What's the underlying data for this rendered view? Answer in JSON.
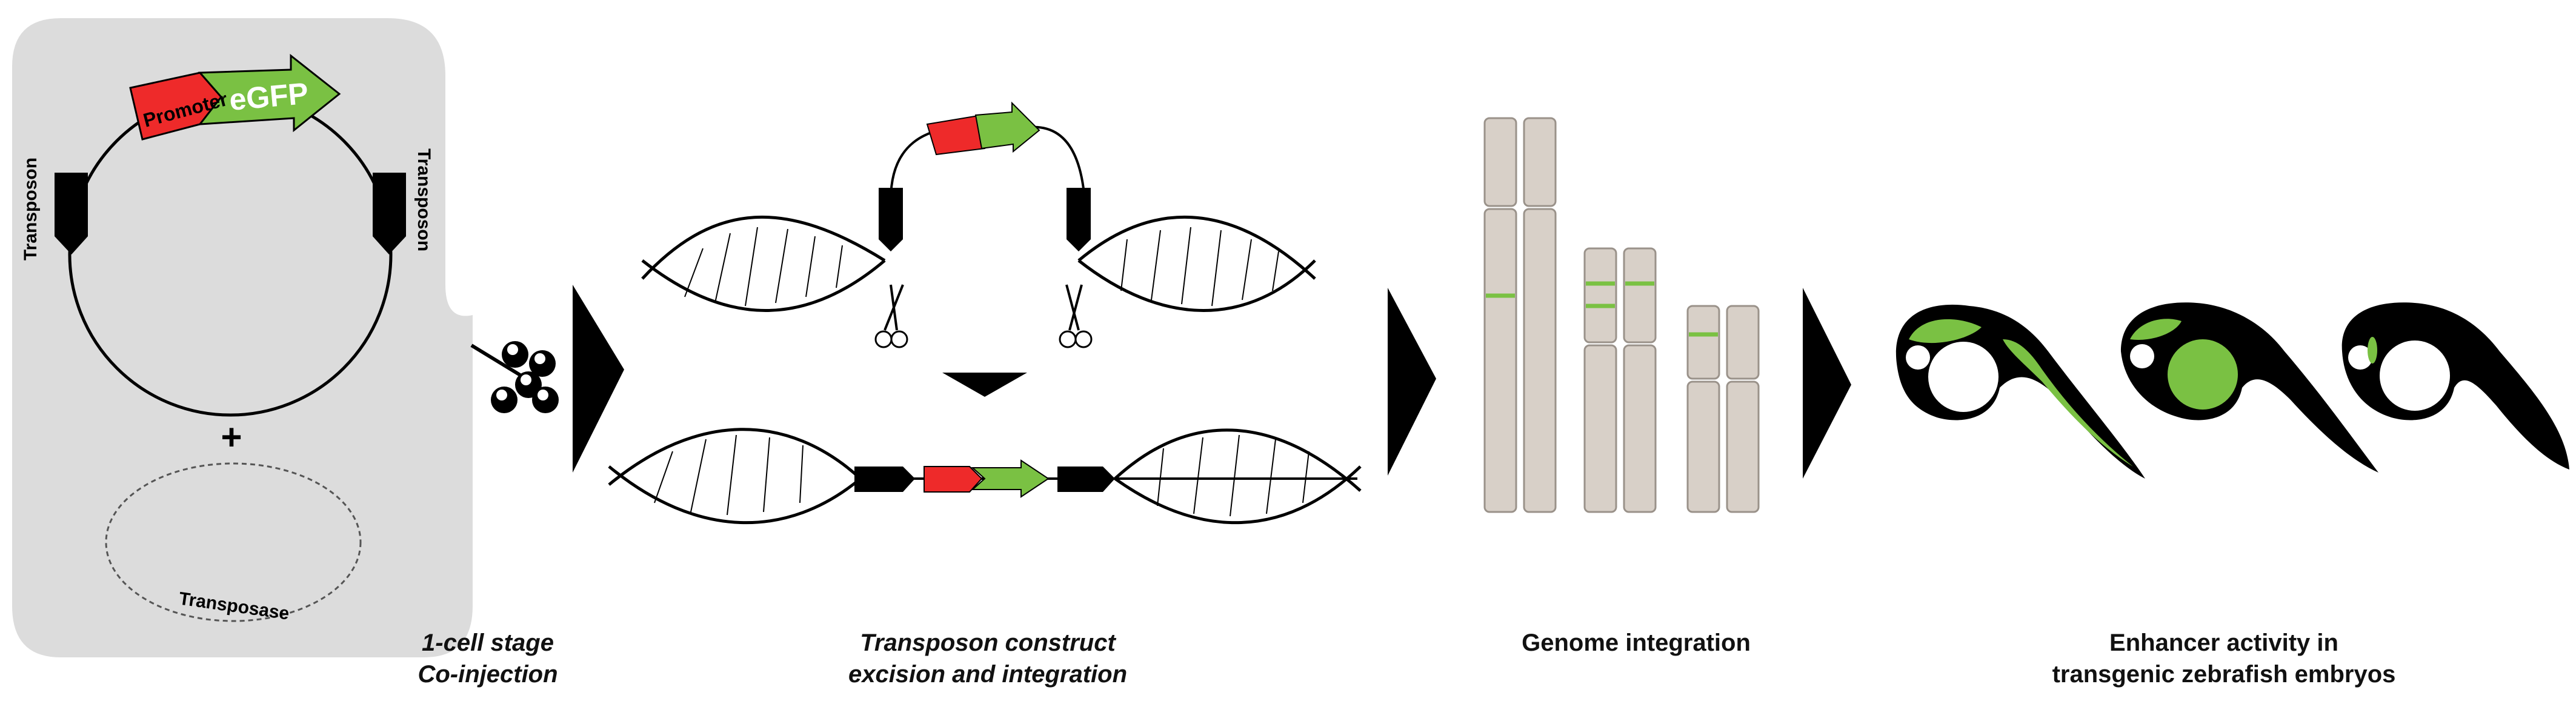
{
  "plasmid": {
    "promoter_label": "Promoter",
    "gfp_label": "eGFP",
    "transposon_left_label": "Transposon",
    "transposon_right_label": "Transposon",
    "plus_sign": "+",
    "transposase_label": "Transposase"
  },
  "captions": {
    "step1_line1": "1-cell stage",
    "step1_line2": "Co-injection",
    "step2_line1": "Transposon construct",
    "step2_line2": "excision and integration",
    "step3": "Genome integration",
    "step4_line1": "Enhancer activity in",
    "step4_line2": "transgenic zebrafish embryos"
  },
  "colors": {
    "panel_bg": "#dcdcdc",
    "promoter_red": "#ee2a2a",
    "gfp_green": "#7ac143",
    "chromosome": "#d8d0c8",
    "chromosome_stroke": "#9a928a",
    "black": "#000000"
  }
}
